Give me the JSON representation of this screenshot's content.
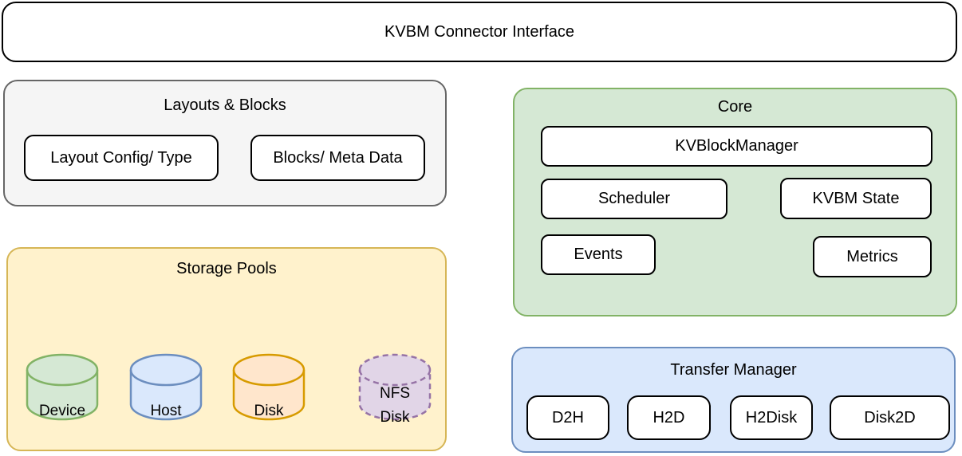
{
  "top_bar": {
    "title": "KVBM Connector Interface"
  },
  "layouts_blocks": {
    "title": "Layouts & Blocks",
    "fill": "#f5f5f5",
    "border": "#666666",
    "boxes": [
      {
        "label": "Layout Config/ Type"
      },
      {
        "label": "Blocks/ Meta Data"
      }
    ]
  },
  "core": {
    "title": "Core",
    "fill": "#d5e8d4",
    "border": "#82b366",
    "boxes": [
      {
        "label": "KVBlockManager"
      },
      {
        "label": "Scheduler"
      },
      {
        "label": "KVBM State"
      },
      {
        "label": "Events"
      },
      {
        "label": "Metrics"
      }
    ]
  },
  "storage_pools": {
    "title": "Storage Pools",
    "fill": "#fff2cc",
    "border": "#d6b656",
    "cylinders": [
      {
        "label": "Device",
        "fill": "#d5e8d4",
        "stroke": "#82b366",
        "dasharray": "none"
      },
      {
        "label": "Host",
        "fill": "#dae8fc",
        "stroke": "#6c8ebf",
        "dasharray": "none"
      },
      {
        "label": "Disk",
        "fill": "#ffe6cc",
        "stroke": "#d79b00",
        "dasharray": "none"
      },
      {
        "label": "NFS Disk",
        "fill": "#e1d5e7",
        "stroke": "#9673a6",
        "dasharray": "7,5"
      }
    ]
  },
  "transfer_manager": {
    "title": "Transfer Manager",
    "fill": "#dae8fc",
    "border": "#6c8ebf",
    "boxes": [
      {
        "label": "D2H"
      },
      {
        "label": "H2D"
      },
      {
        "label": "H2Disk"
      },
      {
        "label": "Disk2D"
      }
    ]
  }
}
